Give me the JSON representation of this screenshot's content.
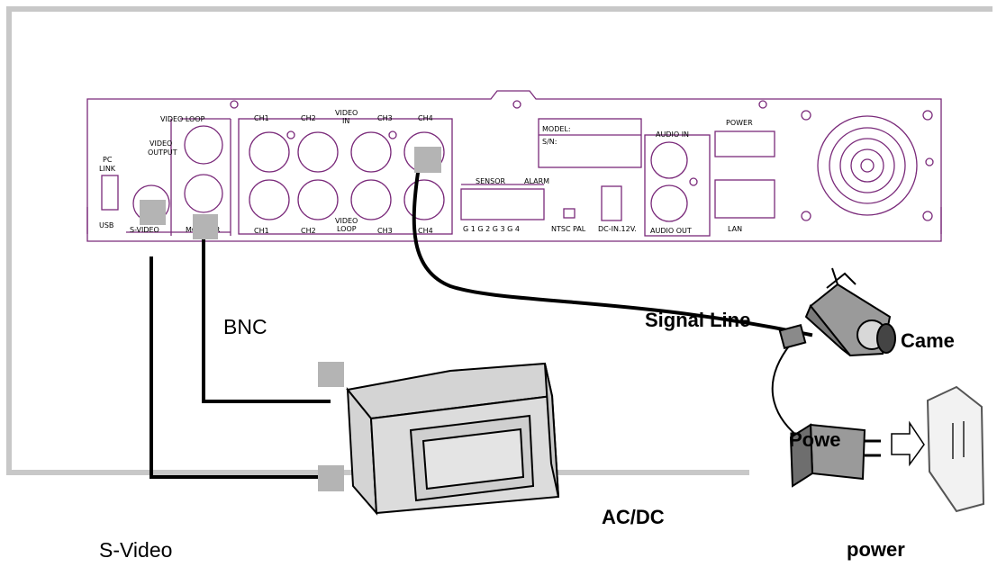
{
  "panel": {
    "pc_link": [
      "PC",
      "LINK"
    ],
    "usb": "USB",
    "video_loop_top": "VIDEO  LOOP",
    "video_output": [
      "VIDEO",
      "OUTPUT"
    ],
    "s_video_port": "S-VIDEO",
    "monitor_port": "MONITOR",
    "ch_top": [
      "CH1",
      "CH2",
      "CH3",
      "CH4"
    ],
    "video_in": [
      "VIDEO",
      "IN"
    ],
    "ch_bottom": [
      "CH1",
      "CH2",
      "CH3",
      "CH4"
    ],
    "video_loop_bottom": [
      "VIDEO",
      "LOOP"
    ],
    "sensor": "SENSOR",
    "alarm": "ALARM",
    "sensor_pins": "G 1 G 2 G 3 G 4",
    "ntsc": "NTSC",
    "pal": "PAL",
    "dc_in": "DC-IN.12V.",
    "model": "MODEL:",
    "sn": "S/N:",
    "audio_in": "AUDIO  IN",
    "audio_out": "AUDIO  OUT",
    "power": "POWER",
    "lan": "LAN"
  },
  "labels": {
    "bnc": "BNC",
    "signal_line": "Signal Line",
    "camera": "Came",
    "power_adapter": "Powe",
    "ac_dc": "AC/DC",
    "s_video": "S-Video",
    "power": "power"
  },
  "colors": {
    "panel_outline": "#7a2a7a",
    "frame": "#c8c8c8",
    "connector": "#b4b4b4",
    "cable": "#000000"
  }
}
